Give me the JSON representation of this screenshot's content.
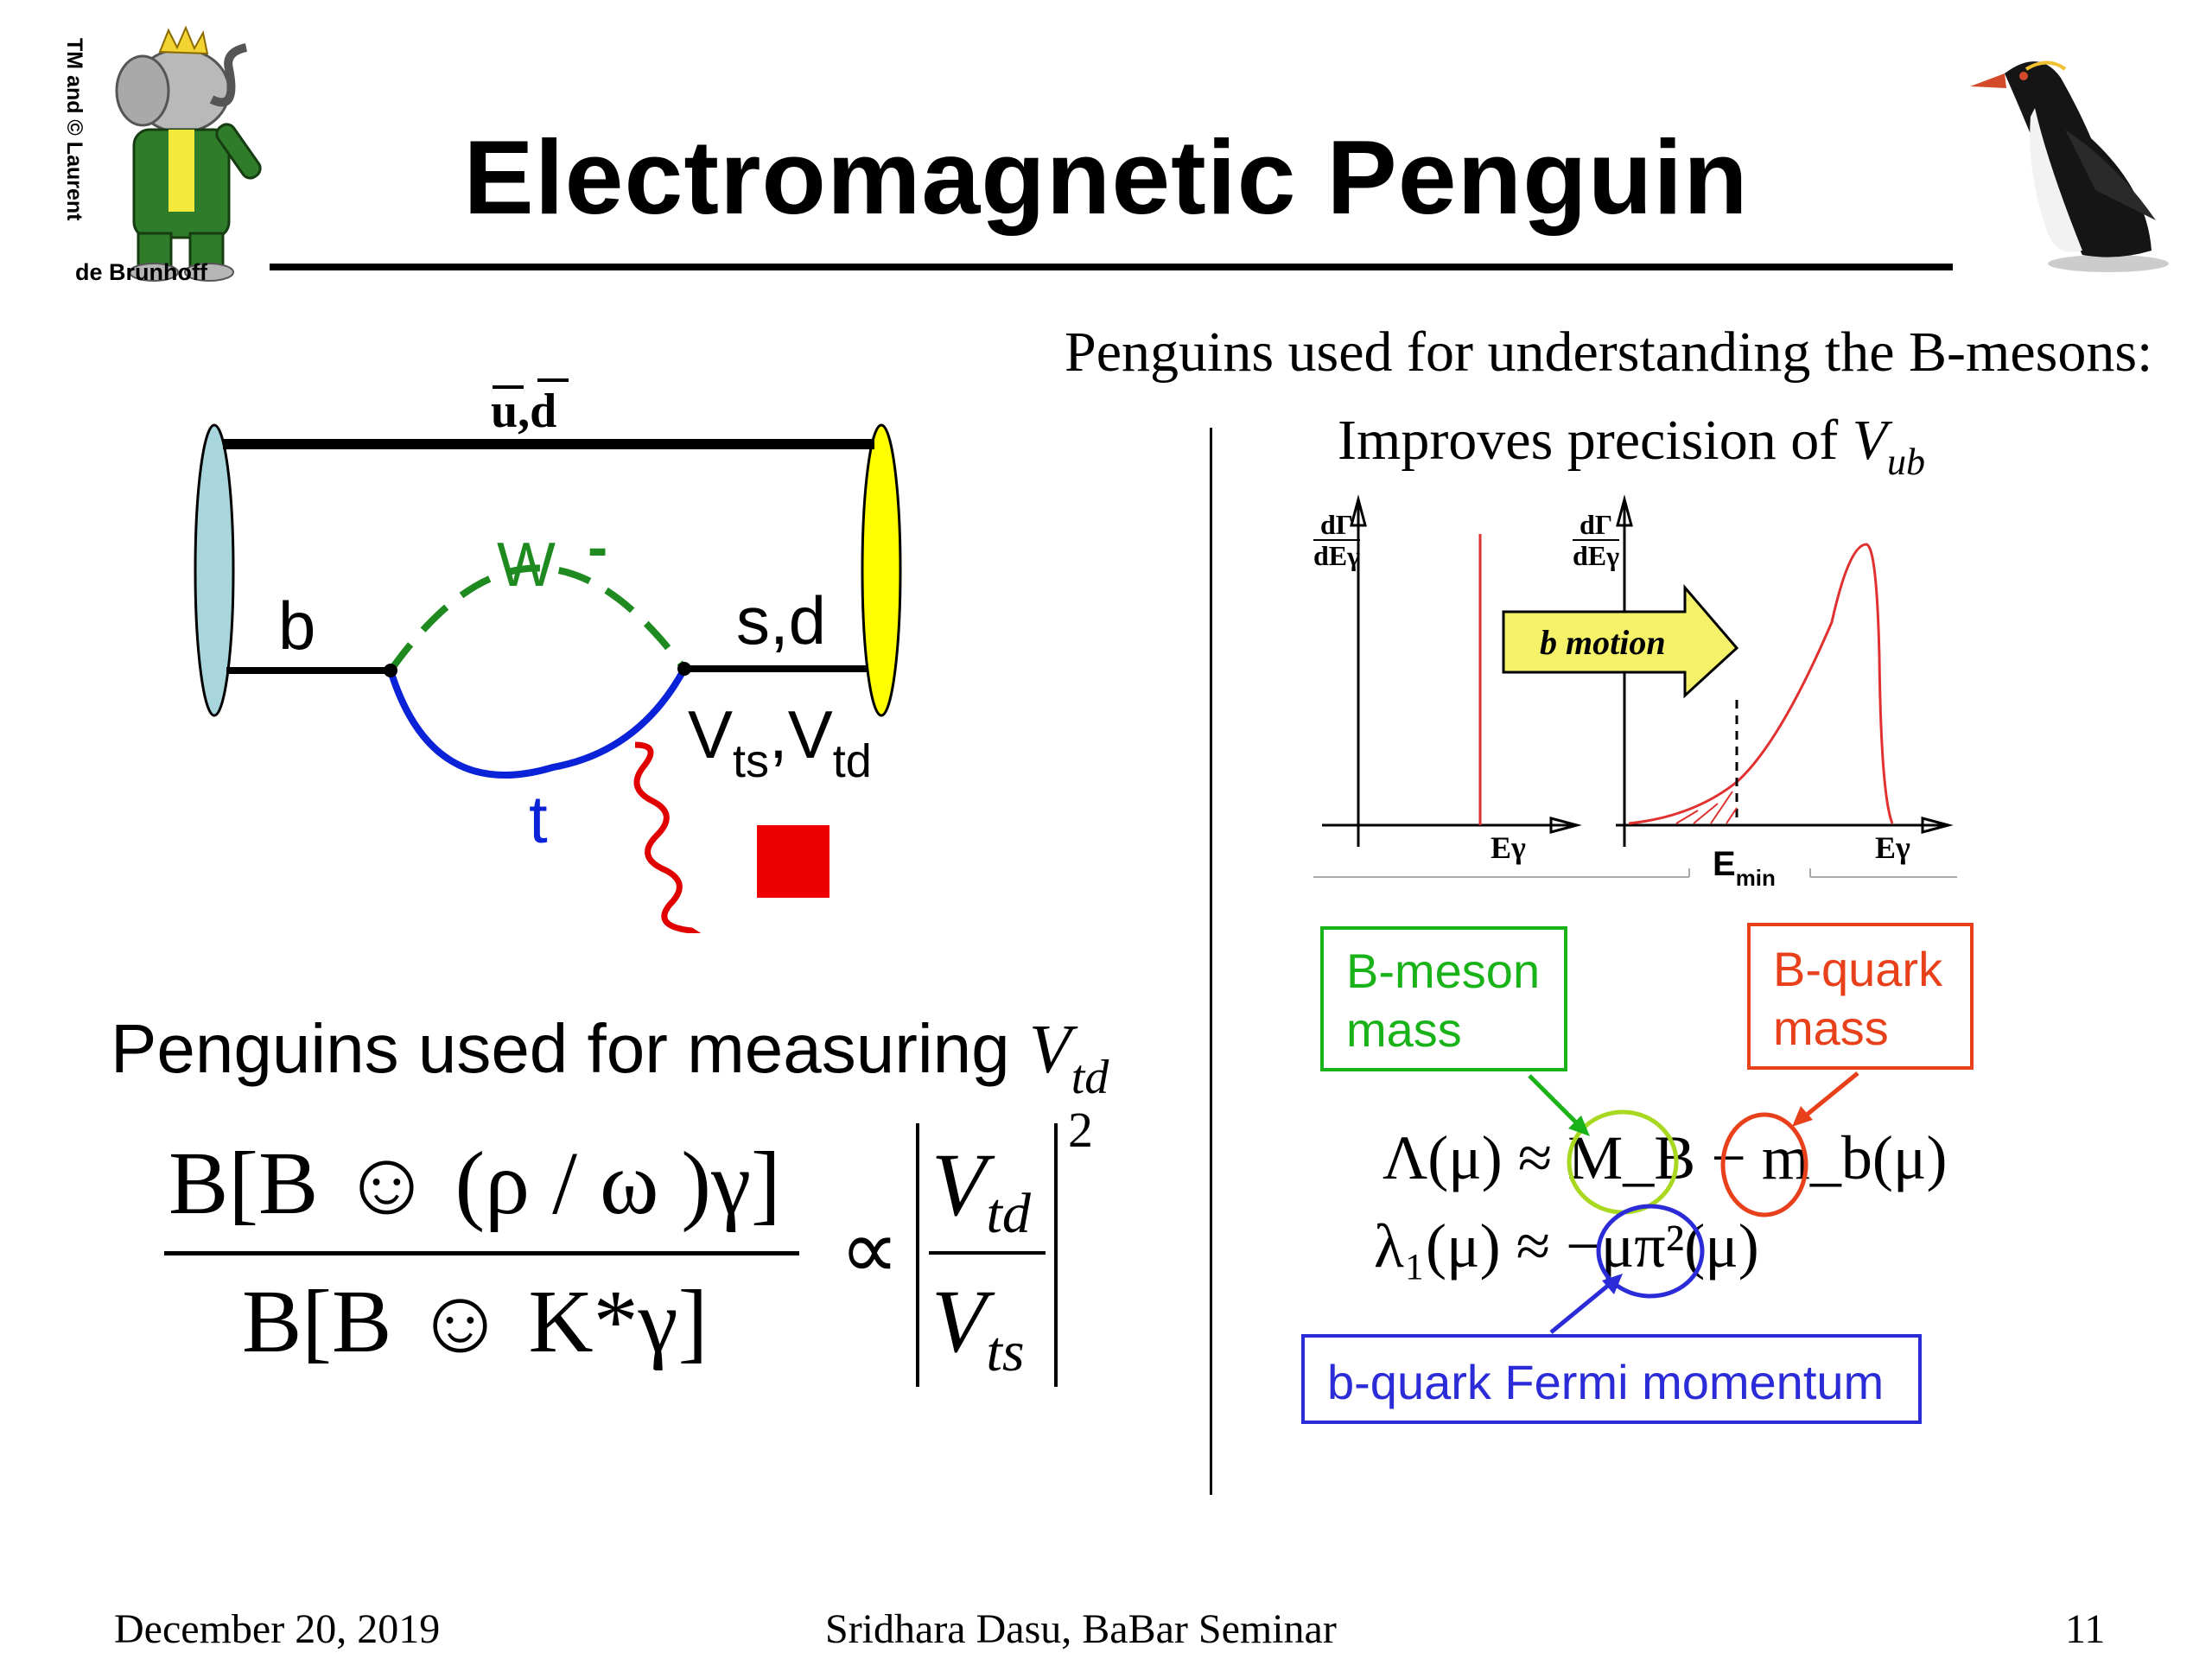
{
  "slide": {
    "title": "Electromagnetic Penguin",
    "logo_caption": {
      "vertical": "TM and © Laurent",
      "bottom": "de Brunhoff"
    },
    "feynman": {
      "top_quark_label": "u,d",
      "b_label": "b",
      "w_label": "W",
      "w_sign": "-",
      "sd_label": "s,d",
      "ckm_v1": "V",
      "ckm_sub1": "ts",
      "ckm_sep": ",",
      "ckm_v2": "V",
      "ckm_sub2": "td",
      "t_label": "t"
    },
    "left_heading_text": "Penguins used for measuring ",
    "left_heading_v": "V",
    "left_heading_sub": "td",
    "formula": {
      "numerator": "B[B ☺ (ρ / ω )γ]",
      "denominator": "B[B ☺ K*γ]",
      "proportional": "∝",
      "v_top": "V",
      "v_top_sub": "td",
      "v_bottom": "V",
      "v_bottom_sub": "ts",
      "exponent": "2"
    },
    "right_heading": "Penguins used for understanding the B-mesons:",
    "right_sub_text": "Improves precision of ",
    "right_sub_v": "V",
    "right_sub_sub": "ub",
    "spectrum": {
      "y_label_top": "dΓ",
      "y_label_bottom": "dEγ",
      "x_label": "Eγ",
      "arrow_label": "b motion",
      "emin_main": "E",
      "emin_sub": "min"
    },
    "boxes": {
      "bmeson": {
        "line1": "B-meson",
        "line2": "mass",
        "color": "#19b219"
      },
      "bquark": {
        "line1": "B-quark",
        "line2": "mass",
        "color": "#e8401a"
      },
      "fermi": {
        "text": "b-quark Fermi momentum",
        "color": "#2b2bd8"
      }
    },
    "equations": {
      "line1": "Λ(μ) ≈ M_B − m_b(μ)",
      "line2": "λ₁(μ) ≈ −μπ²(μ)",
      "circle_green": "#a8d820",
      "circle_red": "#e8401a",
      "circle_blue": "#2b2bd8"
    },
    "footer": {
      "date": "December 20, 2019",
      "author": "Sridhara Dasu, BaBar Seminar",
      "page": "11"
    }
  }
}
